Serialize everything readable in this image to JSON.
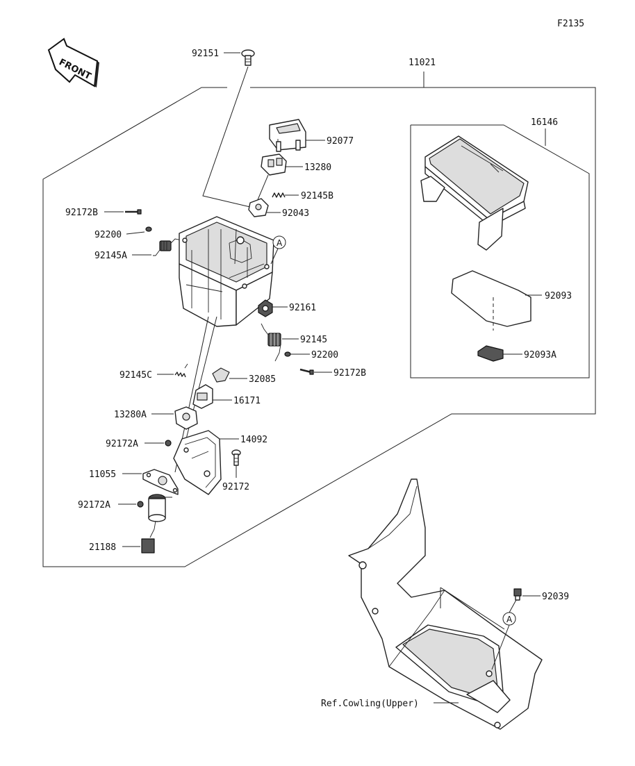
{
  "figure_code": "F2135",
  "front_label": "FRONT",
  "ref_label": "Ref.Cowling(Upper)",
  "circle_marker": "A",
  "labels": {
    "p92151": "92151",
    "p11021": "11021",
    "p92077": "92077",
    "p13280": "13280",
    "p92145B": "92145B",
    "p92043": "92043",
    "p92172B_top": "92172B",
    "p92200_top": "92200",
    "p92145A": "92145A",
    "p92161": "92161",
    "p92145": "92145",
    "p92200_mid": "92200",
    "p92172B_mid": "92172B",
    "p92145C": "92145C",
    "p32085": "32085",
    "p16171": "16171",
    "p13280A": "13280A",
    "p92172A_top": "92172A",
    "p14092": "14092",
    "p11055": "11055",
    "p92172": "92172",
    "p92172A_low": "92172A",
    "p21188": "21188",
    "p16146": "16146",
    "p92093": "92093",
    "p92093A": "92093A",
    "p92039": "92039"
  }
}
